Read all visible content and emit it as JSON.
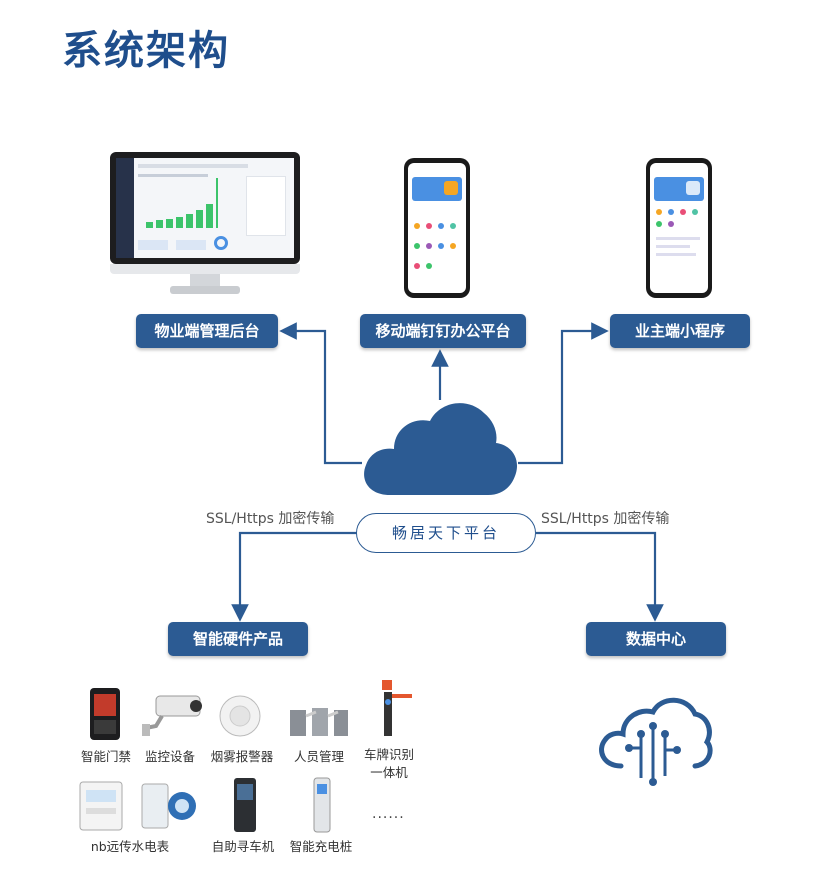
{
  "title": "系统架构",
  "nodes": {
    "property_backend": "物业端管理后台",
    "mobile_dingtalk": "移动端钉钉办公平台",
    "owner_miniprogram": "业主端小程序",
    "smart_hardware": "智能硬件产品",
    "data_center": "数据中心"
  },
  "platform": "畅居天下平台",
  "ssl_left": "SSL/Https 加密传输",
  "ssl_right": "SSL/Https 加密传输",
  "devices": [
    {
      "label": "智能门禁",
      "icon": "access-control-terminal-icon"
    },
    {
      "label": "监控设备",
      "icon": "surveillance-camera-icon"
    },
    {
      "label": "烟雾报警器",
      "icon": "smoke-detector-icon"
    },
    {
      "label": "人员管理",
      "icon": "turnstile-gate-icon"
    },
    {
      "label": "车牌识别\n一体机",
      "icon": "license-plate-barrier-icon"
    },
    {
      "label": "nb远传水电表",
      "icon": "water-electric-meter-icon"
    },
    {
      "label": "自助寻车机",
      "icon": "self-service-kiosk-icon"
    },
    {
      "label": "智能充电桩",
      "icon": "charging-pile-icon"
    }
  ],
  "more": "......",
  "colors": {
    "primary": "#2c5b93",
    "title": "#1f4e8c",
    "connector": "#2c5b93"
  }
}
